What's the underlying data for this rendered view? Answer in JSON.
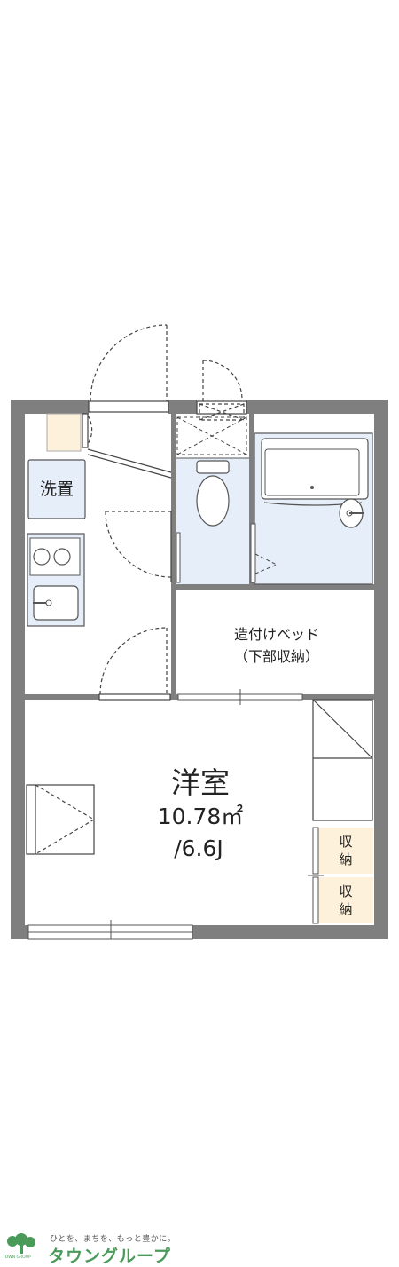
{
  "rooms": {
    "washer": "洗置",
    "bed_line1": "造付けベッド",
    "bed_line2": "（下部収納）",
    "main_name": "洋室",
    "main_area": "10.78㎡",
    "main_size": "/6.6J",
    "storage1_line1": "収",
    "storage1_line2": "納",
    "storage2_line1": "収",
    "storage2_line2": "納"
  },
  "footer": {
    "tagline": "ひとを、まちを、もっと豊かに。",
    "brand": "タウングループ",
    "logo_sub": "TOWN GROUP"
  },
  "colors": {
    "wall": "#7f7f7f",
    "fixture_fill": "#e6eef9",
    "accent_fill": "#fdf1dc",
    "brand_green": "#4a9a5a"
  }
}
